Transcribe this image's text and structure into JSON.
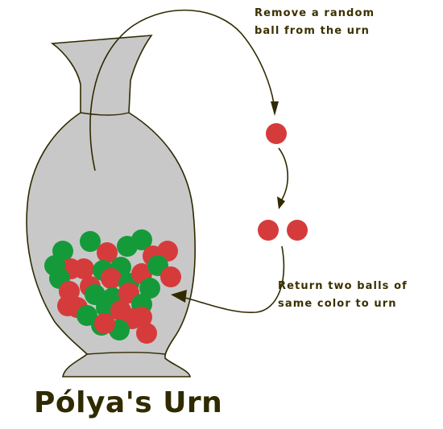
{
  "title": "Pólya's Urn",
  "labels": {
    "remove_line1": "Remove a random",
    "remove_line2": "ball from the urn",
    "return_line1": "Return two balls of",
    "return_line2": "same color to urn"
  },
  "colors": {
    "urn_fill": "#c8c8c8",
    "urn_outline": "#2f2a00",
    "red_ball": "#d63b3b",
    "green_ball": "#159a3a",
    "text": "#3a3000",
    "arrow": "#2f2a00"
  },
  "balls_in_urn": [
    {
      "color": "green"
    },
    {
      "color": "red"
    },
    {
      "color": "green"
    },
    {
      "color": "red"
    },
    {
      "color": "green"
    },
    {
      "color": "green"
    },
    {
      "color": "red"
    },
    {
      "color": "red"
    },
    {
      "color": "green"
    },
    {
      "color": "red"
    },
    {
      "color": "green"
    },
    {
      "color": "green"
    },
    {
      "color": "red"
    },
    {
      "color": "red"
    },
    {
      "color": "green"
    },
    {
      "color": "red"
    },
    {
      "color": "green"
    },
    {
      "color": "red"
    },
    {
      "color": "green"
    },
    {
      "color": "red"
    },
    {
      "color": "green"
    },
    {
      "color": "green"
    },
    {
      "color": "red"
    },
    {
      "color": "green"
    },
    {
      "color": "red"
    },
    {
      "color": "green"
    },
    {
      "color": "red"
    },
    {
      "color": "green"
    },
    {
      "color": "green"
    },
    {
      "color": "red"
    },
    {
      "color": "red"
    },
    {
      "color": "green"
    },
    {
      "color": "red"
    },
    {
      "color": "green"
    },
    {
      "color": "red"
    },
    {
      "color": "red"
    }
  ],
  "removed_ball": {
    "color": "red"
  },
  "returned_balls": [
    {
      "color": "red"
    },
    {
      "color": "red"
    }
  ]
}
